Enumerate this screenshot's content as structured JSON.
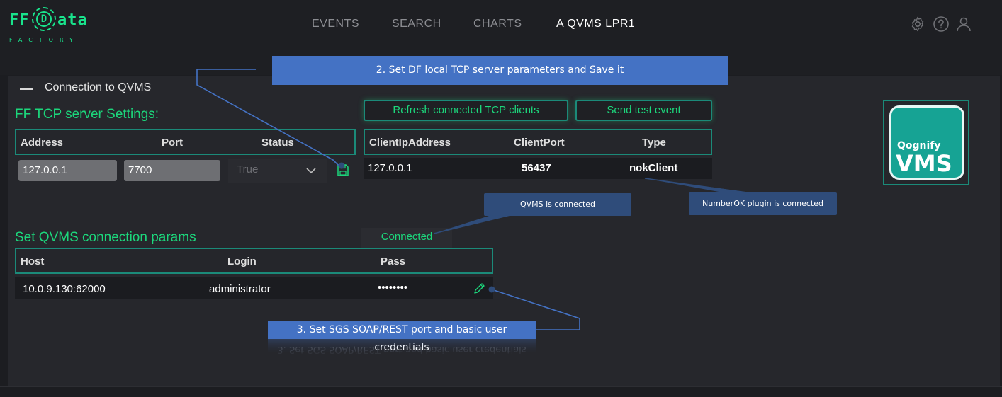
{
  "app": {
    "logo_main_left": "FF",
    "logo_main_mid": "D",
    "logo_main_right": "ata",
    "logo_sub": "FACTORY"
  },
  "nav": {
    "items": [
      {
        "label": "EVENTS",
        "active": false
      },
      {
        "label": "SEARCH",
        "active": false
      },
      {
        "label": "CHARTS",
        "active": false
      },
      {
        "label": "A QVMS LPR1",
        "active": true
      }
    ],
    "icons": [
      "gear-icon",
      "help-icon",
      "user-icon"
    ]
  },
  "section": {
    "title": "Connection to QVMS"
  },
  "tcp_settings": {
    "title": "FF TCP server Settings:",
    "headers": [
      "Address",
      "Port",
      "Status"
    ],
    "address": "127.0.0.1",
    "port": "7700",
    "status": "True"
  },
  "buttons": {
    "refresh": "Refresh connected TCP clients",
    "send_test": "Send test event"
  },
  "clients": {
    "headers": [
      "ClientIpAddress",
      "ClientPort",
      "Type"
    ],
    "rows": [
      {
        "ip": "127.0.0.1",
        "port": "56437",
        "type": "nokClient"
      }
    ]
  },
  "qvms_params": {
    "title": "Set QVMS connection params",
    "status": "Connected",
    "headers": [
      "Host",
      "Login",
      "Pass"
    ],
    "host": "10.0.9.130:62000",
    "login": "administrator",
    "pass": "••••••••"
  },
  "logo_tile": {
    "small": "Qognify",
    "big": "VMS"
  },
  "callouts": {
    "step2": "2. Set DF local TCP server parameters and Save it",
    "qvms_connected": "QVMS is connected",
    "plugin_connected": "NumberOK plugin is connected",
    "step3": "3. Set SGS SOAP/REST port and basic user credentials"
  },
  "colors": {
    "accent": "#1cd77c",
    "border": "#1b8a79",
    "callout": "#4472c4",
    "callout_dark": "#2f4c7a"
  }
}
